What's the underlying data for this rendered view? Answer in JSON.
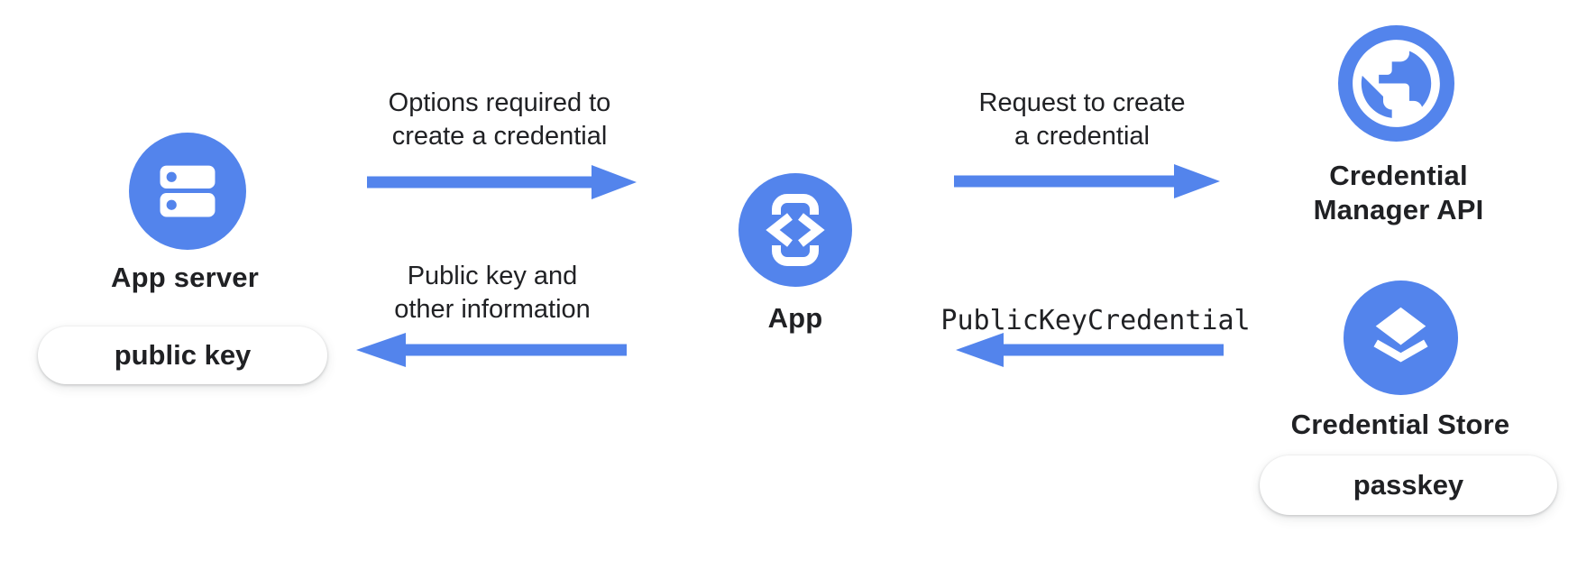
{
  "colors": {
    "accent_blue": "#5384EC",
    "text": "#202124",
    "background": "#ffffff",
    "pill_bg": "#ffffff"
  },
  "nodes": {
    "app_server": {
      "label": "App server",
      "icon": "server-icon"
    },
    "app": {
      "label": "App",
      "icon": "phone-code-icon"
    },
    "credential_manager_api": {
      "line1": "Credential",
      "line2": "Manager API",
      "icon": "globe-icon"
    },
    "credential_store": {
      "label": "Credential Store",
      "icon": "layers-icon"
    }
  },
  "pills": {
    "public_key": {
      "label": "public key"
    },
    "passkey": {
      "label": "passkey"
    }
  },
  "arrows": {
    "options": {
      "line1": "Options required to",
      "line2": "create a credential",
      "direction": "right",
      "from": "App server",
      "to": "App"
    },
    "public_key_info": {
      "line1": "Public key and",
      "line2": "other information",
      "direction": "left",
      "from": "App",
      "to": "App server"
    },
    "request_create": {
      "line1": "Request to create",
      "line2": "a credential",
      "direction": "right",
      "from": "App",
      "to": "Credential Manager API"
    },
    "public_key_credential": {
      "label": "PublicKeyCredential",
      "direction": "left",
      "from": "Credential Store",
      "to": "App"
    }
  }
}
